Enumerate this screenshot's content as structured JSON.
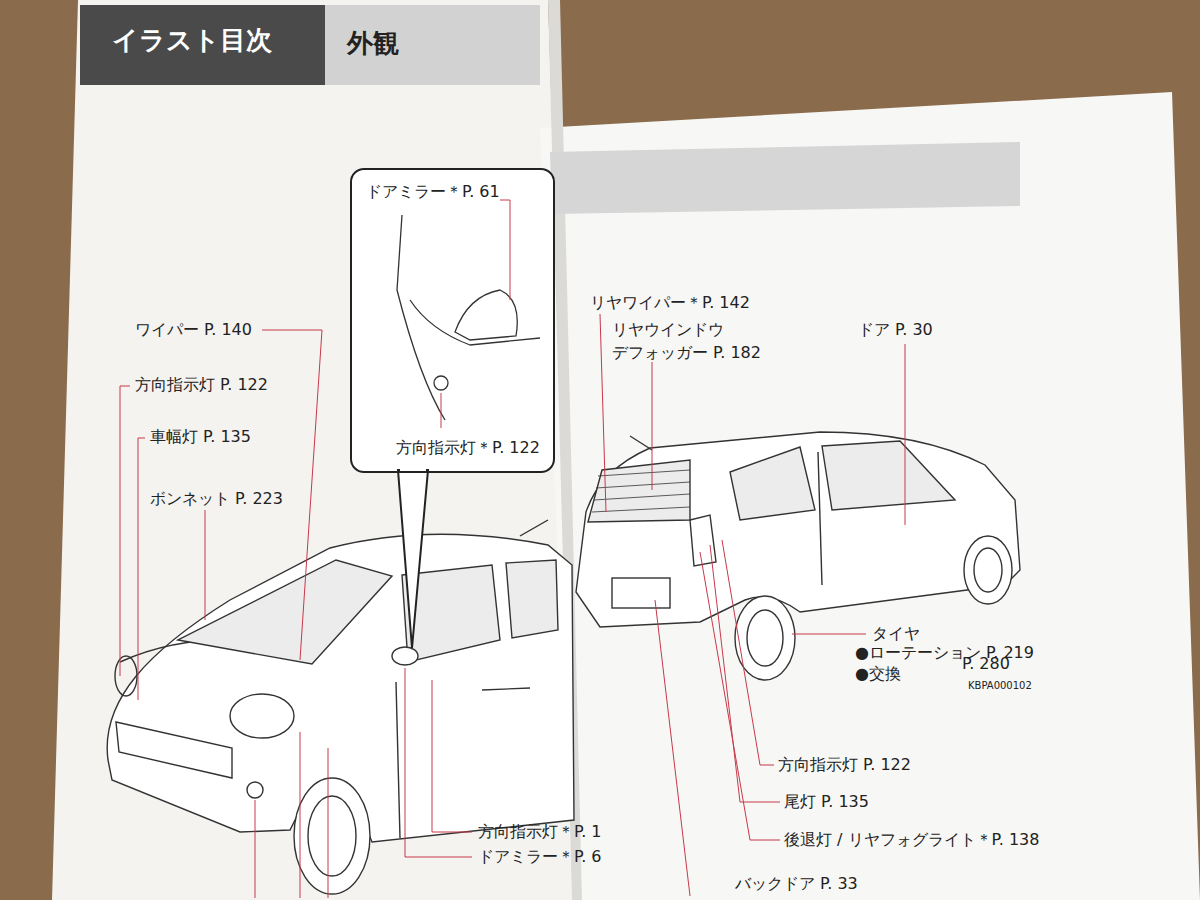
{
  "diagram": {
    "title": "イラスト目次",
    "nodes": [
      {
        "text": [
          "外観"
        ]
      },
      {
        "text": [
          "ドアミラー＊P. 61",
          "方向指示灯＊P. 122"
        ]
      }
    ],
    "labels": [
      "ワイパー P. 140",
      "方向指示灯 P. 122",
      "車幅灯 P. 135",
      "ボンネット P. 223",
      "方向指示灯＊P. 1",
      "ドアミラー＊P. 6",
      "リヤワイパー＊P. 142",
      "リヤウインドウ デフォッガー P. 182",
      "ドア P. 30",
      "タイヤ",
      "●ローテーション P. 219",
      "●交換",
      "P. 280",
      "KBPA000102",
      "方向指示灯 P. 122",
      "尾灯 P. 135",
      "後退灯 / リヤフォグライト＊P. 138",
      "バックドア P. 33"
    ]
  }
}
